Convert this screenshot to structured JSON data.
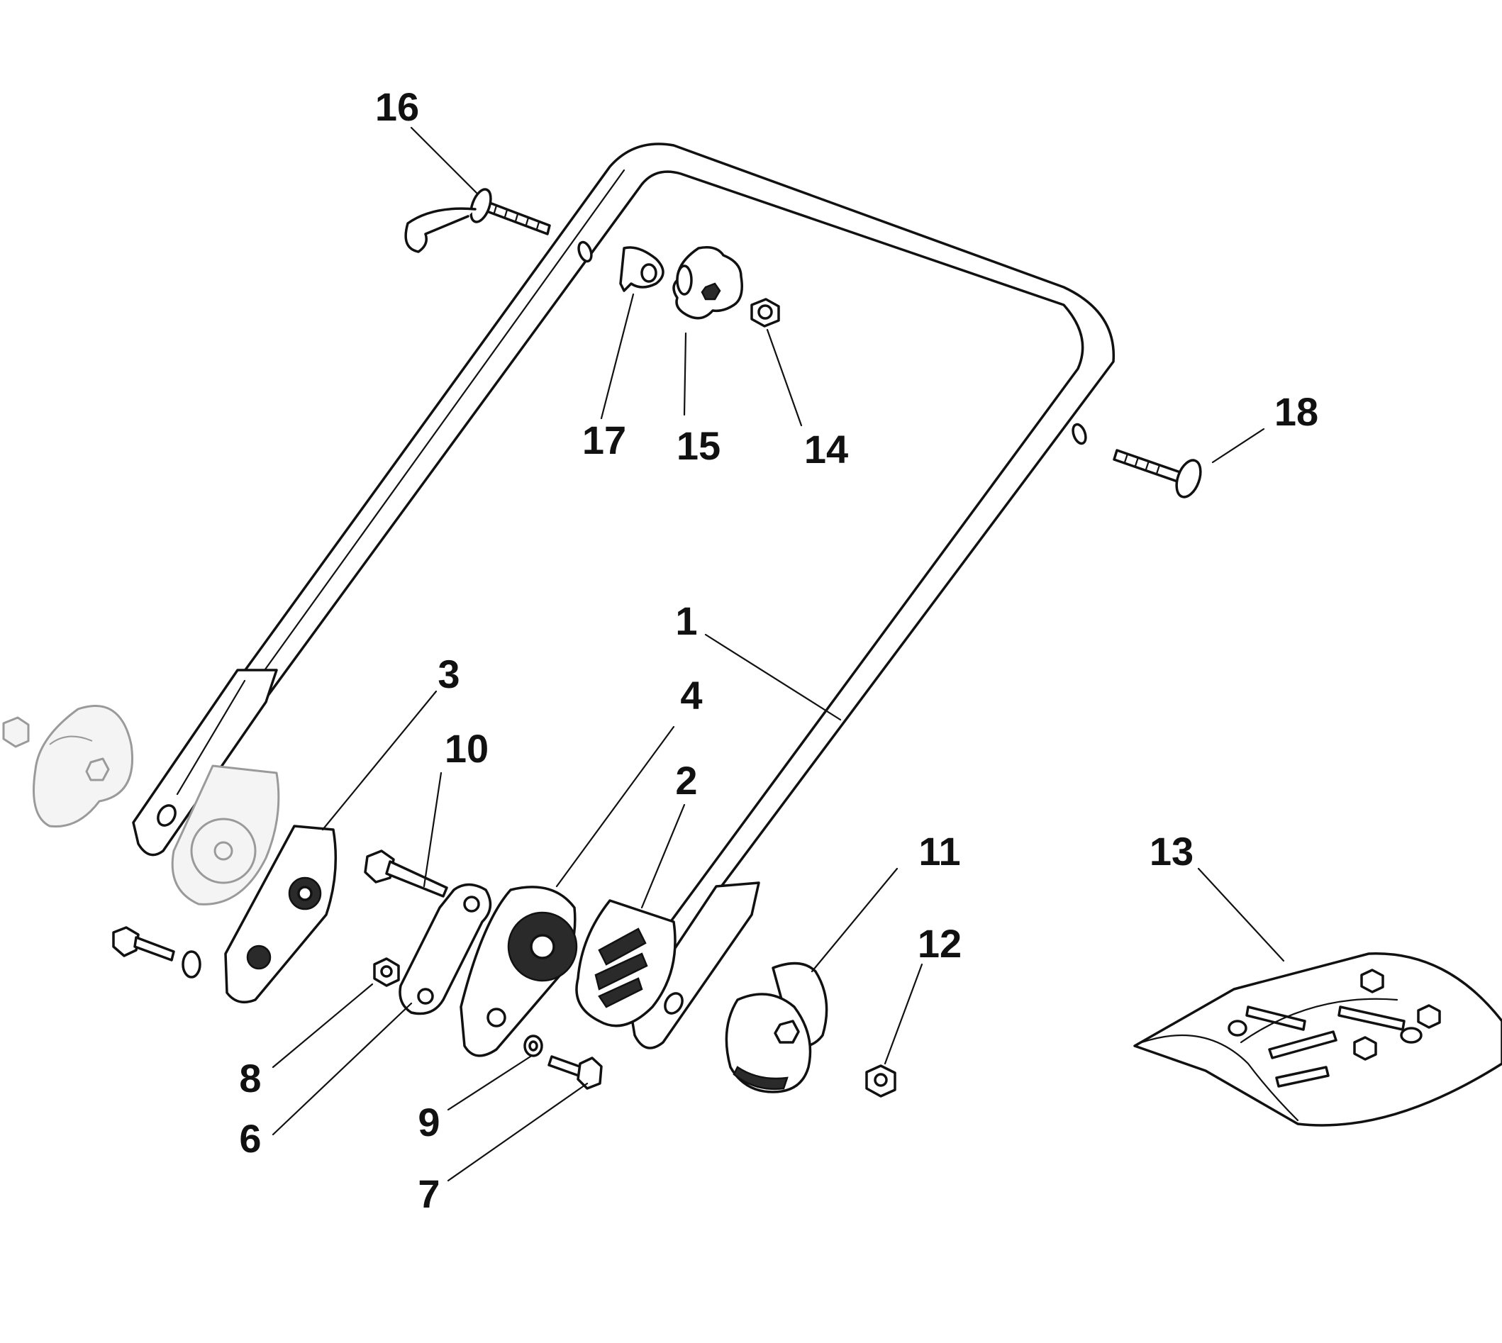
{
  "callouts": [
    {
      "id": "1",
      "label": "1"
    },
    {
      "id": "2",
      "label": "2"
    },
    {
      "id": "3",
      "label": "3"
    },
    {
      "id": "4",
      "label": "4"
    },
    {
      "id": "6",
      "label": "6"
    },
    {
      "id": "7",
      "label": "7"
    },
    {
      "id": "8",
      "label": "8"
    },
    {
      "id": "9",
      "label": "9"
    },
    {
      "id": "10",
      "label": "10"
    },
    {
      "id": "11",
      "label": "11"
    },
    {
      "id": "12",
      "label": "12"
    },
    {
      "id": "13",
      "label": "13"
    },
    {
      "id": "14",
      "label": "14"
    },
    {
      "id": "15",
      "label": "15"
    },
    {
      "id": "16",
      "label": "16"
    },
    {
      "id": "17",
      "label": "17"
    },
    {
      "id": "18",
      "label": "18"
    }
  ]
}
